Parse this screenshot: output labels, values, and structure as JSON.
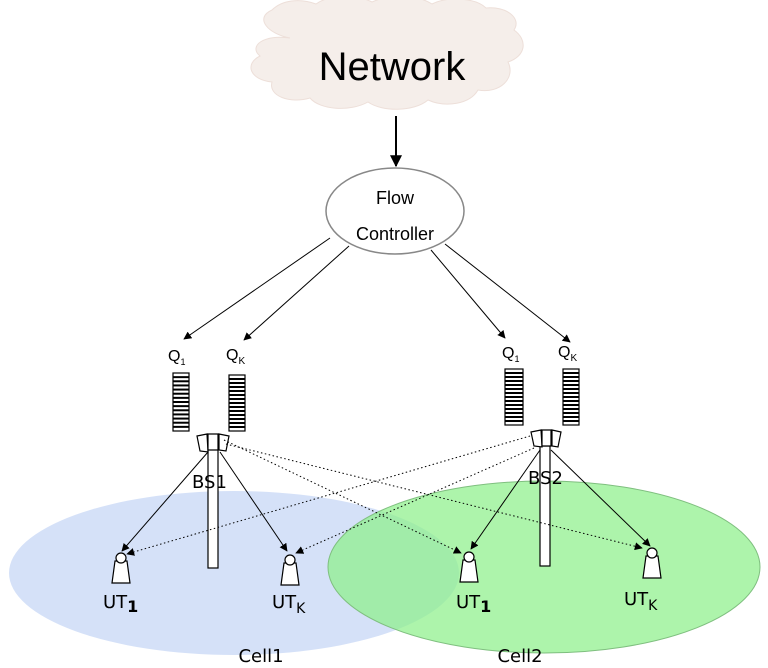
{
  "network": {
    "label": "Network"
  },
  "flow_controller": {
    "line1": "Flow",
    "line2": "Controller"
  },
  "queues": {
    "q1": {
      "base": "Q",
      "sub": "1"
    },
    "qk": {
      "base": "Q",
      "sub": "K"
    }
  },
  "base_stations": {
    "bs1": "BS1",
    "bs2": "BS2"
  },
  "user_terminals": {
    "ut1": {
      "base": "UT",
      "sub": "1"
    },
    "utk": {
      "base": "UT",
      "sub": "K"
    }
  },
  "cells": {
    "cell1": "Cell1",
    "cell2": "Cell2"
  },
  "colors": {
    "cloud": "#f5eeea",
    "cell1": "#c7d7f5",
    "cell2": "#8ef08a",
    "line": "#000000"
  }
}
